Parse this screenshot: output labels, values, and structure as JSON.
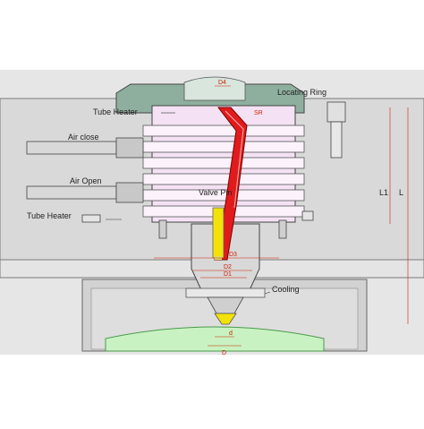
{
  "labels": {
    "locating_ring": "Locating Ring",
    "tube_heater_top": "Tube Heater",
    "air_close": "Air close",
    "air_open": "Air Open",
    "valve_pin": "Valve Pin",
    "tube_heater_bottom": "Tube Heater",
    "cooling": "Cooling",
    "L1": "L1",
    "L": "L"
  },
  "dimensions": {
    "D4": "D4",
    "R": "SR",
    "D3": "D3",
    "D2": "D2",
    "D1": "D1",
    "d": "d",
    "D": "D"
  },
  "colors": {
    "plate": "#dcdcdc",
    "plate_dark": "#c4c4c4",
    "locating_ring": "#8faf9e",
    "heater_block": "#f4e2f4",
    "fins": "#fbf2fb",
    "nozzle_body": "#d8d8d8",
    "melt_channel": "#e11b1b",
    "valve_pin": "#f2e20a",
    "mold_cavity": "#c9f2c2",
    "dimension_lines": "#cc2200"
  }
}
